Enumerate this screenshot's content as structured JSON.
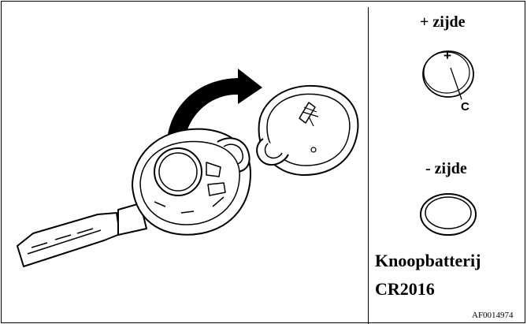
{
  "figure": {
    "plus_side_label": "+ zijde",
    "minus_side_label": "- zijde",
    "callout_letter": "C",
    "battery_name": "Knoopbatterij",
    "battery_model": "CR2016",
    "reference_code": "AF0014974",
    "plus_symbol": "+"
  },
  "icons": {
    "key": "remote-key-icon",
    "cover": "key-cover-icon",
    "arrow": "curved-arrow-icon",
    "battery_plus": "coin-battery-plus-icon",
    "battery_minus": "coin-battery-minus-icon"
  }
}
